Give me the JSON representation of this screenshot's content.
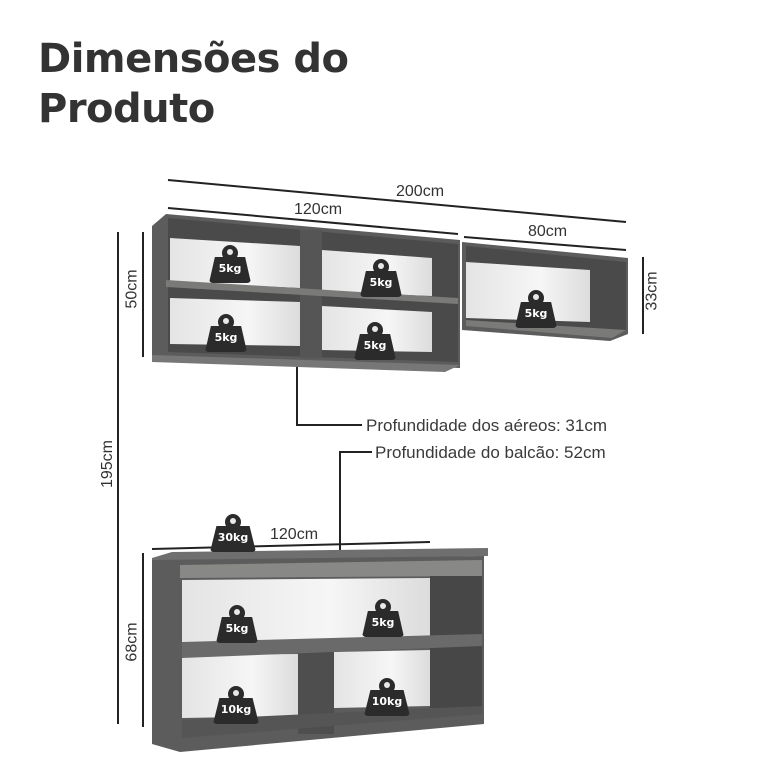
{
  "title": {
    "line1": "Dimensões do",
    "line2": "Produto"
  },
  "dimensions": {
    "total_width": "200cm",
    "upper_left_width": "120cm",
    "upper_right_width": "80cm",
    "upper_left_height": "50cm",
    "upper_right_height": "33cm",
    "total_height": "195cm",
    "base_width": "120cm",
    "base_height": "68cm"
  },
  "depth_notes": {
    "aereos": "Profundidade dos aéreos: 31cm",
    "balcao": "Profundidade do balcão: 52cm"
  },
  "weights": {
    "upper_left_top_left": "5kg",
    "upper_left_top_right": "5kg",
    "upper_left_bottom_left": "5kg",
    "upper_left_bottom_right": "5kg",
    "upper_right": "5kg",
    "base_top": "30kg",
    "base_mid_left": "5kg",
    "base_mid_right": "5kg",
    "base_low_left": "10kg",
    "base_low_right": "10kg"
  },
  "colors": {
    "cabinet": "#5a5a5a",
    "interior": "#f0f0f0",
    "text": "#333333",
    "weight_icon": "#2b2b2b"
  }
}
